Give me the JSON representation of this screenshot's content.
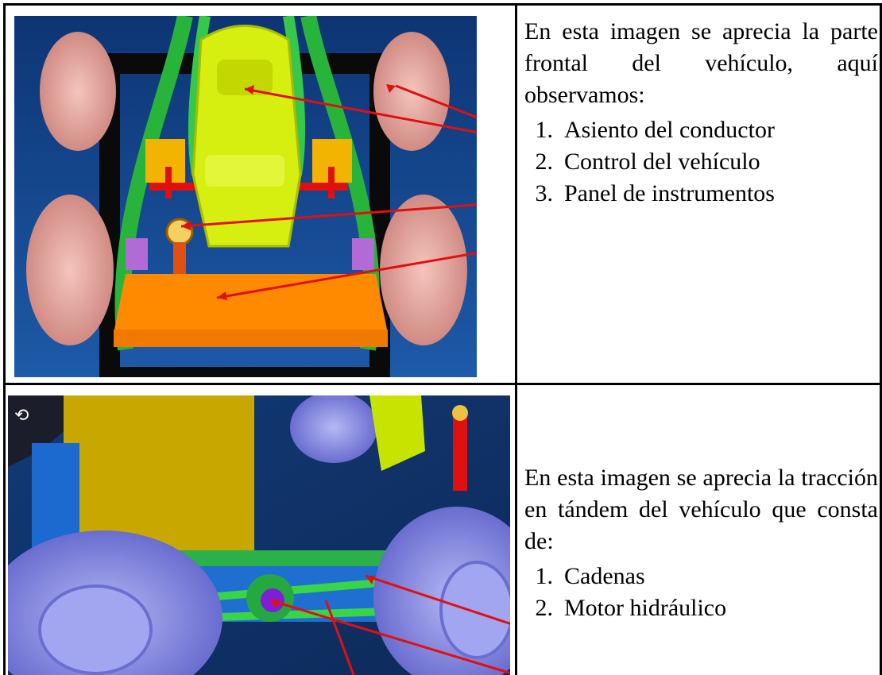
{
  "row1": {
    "paragraph": "En esta imagen se aprecia la parte frontal del vehículo, aquí observamos:",
    "items": [
      {
        "num": "1.",
        "label": "Asiento del conductor"
      },
      {
        "num": "2.",
        "label": "Control del vehículo"
      },
      {
        "num": "3.",
        "label": "Panel de instrumentos"
      }
    ]
  },
  "row2": {
    "paragraph": "En esta imagen se aprecia la tracción en tándem del vehículo que consta de:",
    "items": [
      {
        "num": "1.",
        "label": "Cadenas"
      },
      {
        "num": "2.",
        "label": "Motor hidráulico"
      }
    ]
  },
  "colors": {
    "arrow": "#e01010",
    "render_bg_top": "#0f3a78",
    "tire": "#e8a6a0",
    "seat": "#d8f000",
    "frame_green": "#2ec040",
    "panel_orange": "#ff8a00",
    "tire_blue": "#8f93e8"
  }
}
